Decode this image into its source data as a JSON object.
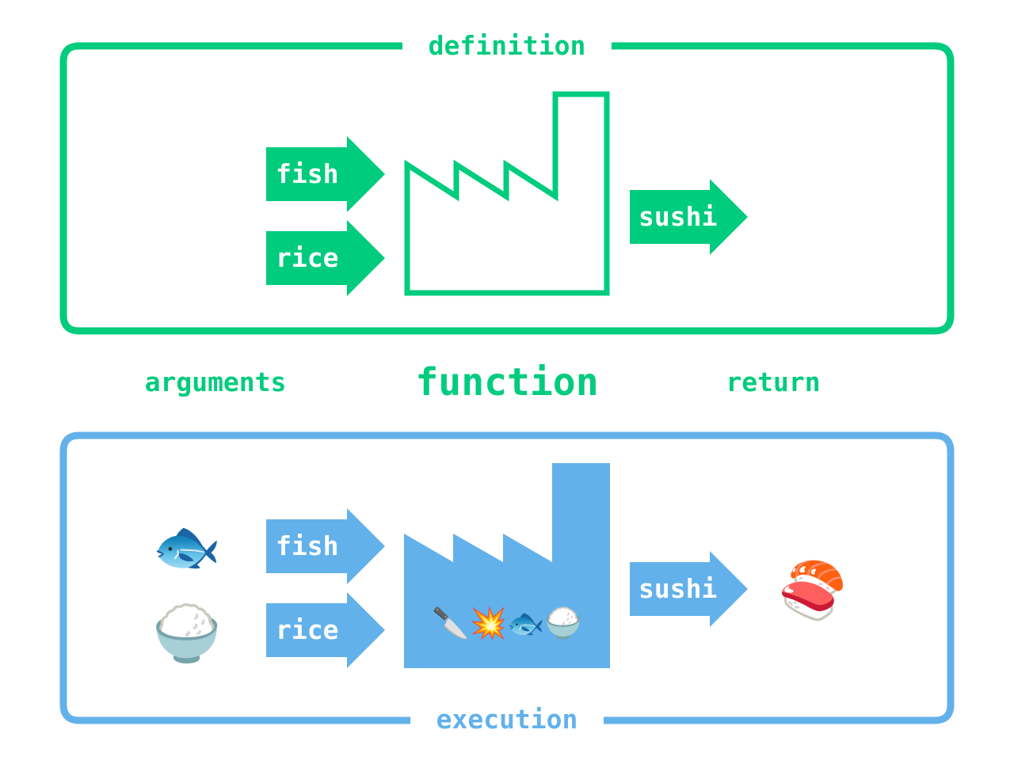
{
  "colors": {
    "definition": "#00CC7E",
    "execution": "#63B1EB",
    "background": "#FFFFFF",
    "label_text": "#FFFFFF"
  },
  "definition": {
    "title": "definition",
    "inputs": [
      {
        "label": "fish"
      },
      {
        "label": "rice"
      }
    ],
    "output": {
      "label": "sushi"
    },
    "factory_icon": "factory-outline-icon"
  },
  "legend": {
    "arguments": "arguments",
    "function": "function",
    "return": "return"
  },
  "execution": {
    "title": "execution",
    "inputs": [
      {
        "label": "fish",
        "emoji": "🐟",
        "icon": "fish-icon"
      },
      {
        "label": "rice",
        "emoji": "🍚",
        "icon": "rice-bowl-icon"
      }
    ],
    "output": {
      "label": "sushi",
      "emoji": "🍣",
      "icon": "sushi-icon"
    },
    "factory_icon": "factory-filled-icon",
    "process_emoji": "🔪💥🐟🍚"
  }
}
